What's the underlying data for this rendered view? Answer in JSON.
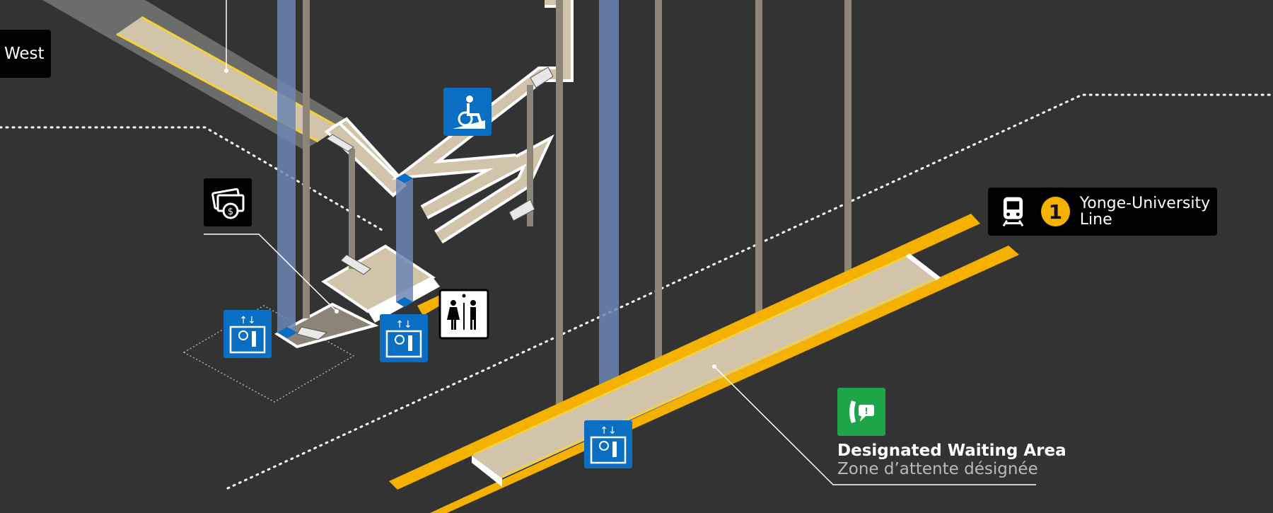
{
  "labels": {
    "west": "West",
    "line_number": "1",
    "line_name": "Yonge-University Line",
    "waiting_area_en": "Designated Waiting Area",
    "waiting_area_fr": "Zone d’attente désignée"
  },
  "icons": [
    "accessible-ramp-icon",
    "fare-payment-icon",
    "elevator-icon",
    "washroom-icon",
    "train-icon",
    "emergency-phone-icon"
  ],
  "colors": {
    "background": "#333333",
    "platform": "#cfc0a6",
    "platform_edge": "#f5b100",
    "elevator_shaft": "#6c86b3",
    "accessibility_blue": "#0a6fc2",
    "emergency_green": "#1ea54a"
  }
}
